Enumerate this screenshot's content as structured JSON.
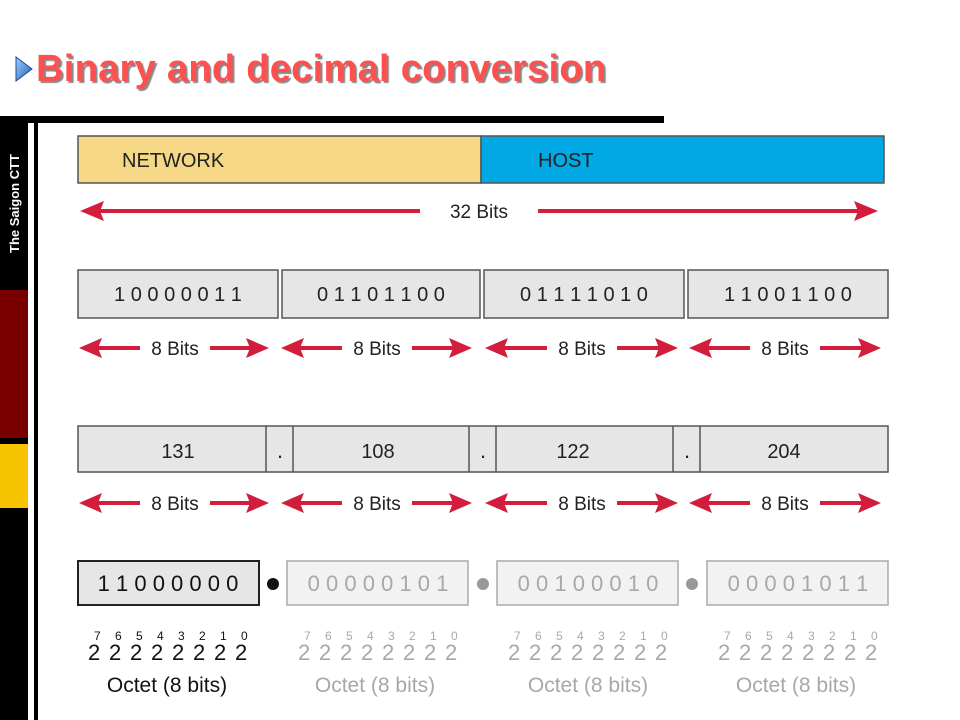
{
  "title": "Binary and decimal conversion",
  "sidebar_text": "The Saigon CTT",
  "colors": {
    "title": "#ff5050",
    "network": "#f5d785",
    "host": "#00a8e4",
    "arrow": "#d21e3c",
    "box": "#e6e6e6",
    "sidebar_red": "#7a0000",
    "sidebar_yellow": "#f7c300"
  },
  "network_label": "NETWORK",
  "host_label": "HOST",
  "total_bits_label": "32 Bits",
  "binary_octets": [
    "1 0 0 0 0 0 1 1",
    "0 1 1 0 1 1 0 0",
    "0 1 1 1 1 0 1 0",
    "1 1 0 0 1 1 0 0"
  ],
  "octet_bits_label": "8 Bits",
  "decimal_octets": [
    "131",
    "108",
    "122",
    "204"
  ],
  "dot": ".",
  "bottom_octets": [
    "1 1 0 0 0 0 0 0",
    "0 0 0 0 0 1 0 1",
    "0 0 1 0 0 0 1 0",
    "0 0 0 0 1 0 1 1"
  ],
  "powers_base": "2",
  "exponents": [
    "7",
    "6",
    "5",
    "4",
    "3",
    "2",
    "1",
    "0"
  ],
  "octet_caption": "Octet (8 bits)",
  "separator_icon": "bullet-dot-icon"
}
